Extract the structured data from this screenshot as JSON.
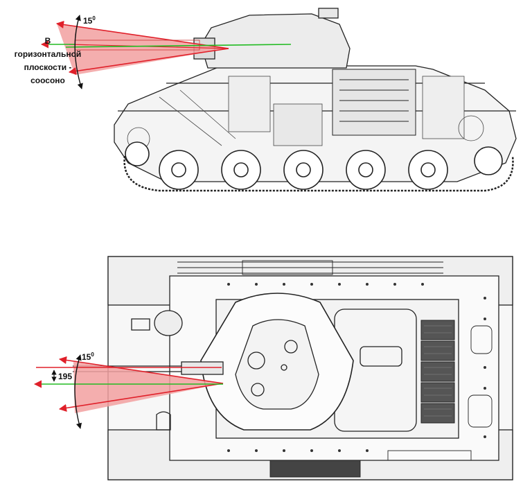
{
  "side_view": {
    "angle_label": "15",
    "angle_unit": "0",
    "note_lines": [
      "В",
      "горизонтальной",
      "плоскости -",
      "соосоно"
    ]
  },
  "top_view": {
    "angle_label": "15",
    "angle_unit": "0",
    "offset_label": "195"
  },
  "colors": {
    "sector_fill": "#f2a0a0",
    "sector_edge": "#e0202a",
    "axis_line": "#22bb22",
    "drawing_ink": "#222222"
  }
}
